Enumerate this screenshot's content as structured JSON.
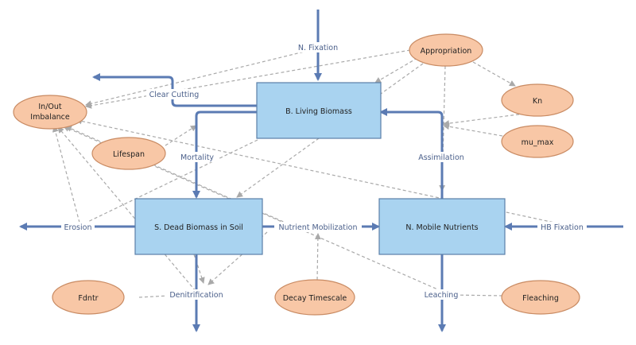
{
  "stocks": {
    "living_biomass": "B. Living Biomass",
    "dead_biomass": "S. Dead Biomass in Soil",
    "mobile_nutrients": "N. Mobile Nutrients"
  },
  "variables": {
    "in_out_line1": "In/Out",
    "in_out_line2": "Imbalance",
    "appropriation": "Appropriation",
    "kn": "Kn",
    "mu_max": "mu_max",
    "lifespan": "Lifespan",
    "fdntr": "Fdntr",
    "decay_timescale": "Decay Timescale",
    "fleaching": "Fleaching"
  },
  "flows": {
    "n_fixation": "N. Fixation",
    "clear_cutting": "Clear Cutting",
    "mortality": "Mortality",
    "assimilation": "Assimilation",
    "erosion": "Erosion",
    "nutrient_mobilization": "Nutrient Mobilization",
    "hb_fixation": "HB Fixation",
    "denitrification": "Denitrification",
    "leaching": "Leaching"
  },
  "colors": {
    "stock_fill": "#a9d3f0",
    "variable_fill": "#f8c7a6",
    "flow_line": "#5b7bb3",
    "dependency_line": "#a9a9a9"
  }
}
